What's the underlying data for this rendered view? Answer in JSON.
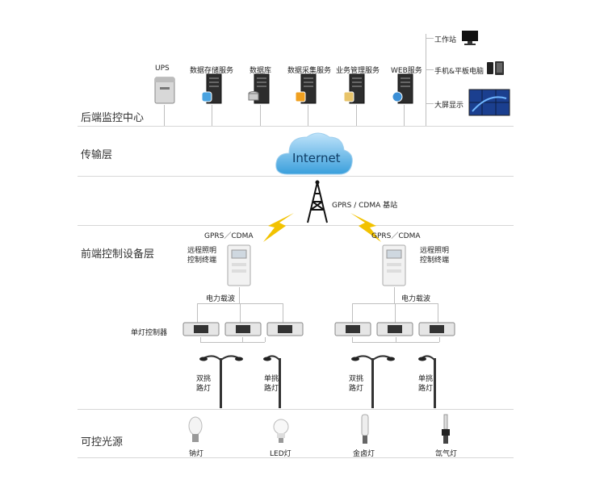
{
  "layers": {
    "backend": "后端监控中心",
    "transport": "传输层",
    "frontend": "前端控制设备层",
    "light_source": "可控光源"
  },
  "backend_servers": [
    "UPS",
    "数据存储服务",
    "数据库",
    "数据采集服务",
    "业务管理服务",
    "WEB服务"
  ],
  "clients": [
    "工作站",
    "手机&平板电脑",
    "大屏显示"
  ],
  "internet": "Internet",
  "base_station": "GPRS / CDMA 基站",
  "gprs_left": "GPRS／CDMA",
  "gprs_right": "GPRS／CDMA",
  "remote_terminal": {
    "line1": "远程照明",
    "line2": "控制终端"
  },
  "power_carrier": "电力载波",
  "single_controller": "单灯控制器",
  "lamps": {
    "double": {
      "line1": "双挑",
      "line2": "路灯"
    },
    "single": {
      "line1": "单挑",
      "line2": "路灯"
    }
  },
  "light_sources": [
    "钠灯",
    "LED灯",
    "金卤灯",
    "氙气灯"
  ],
  "colors": {
    "bolt": "#f2c200",
    "cloud": "#3a9fdc",
    "line": "#bfbfbf",
    "divider": "#d7d7d7"
  }
}
